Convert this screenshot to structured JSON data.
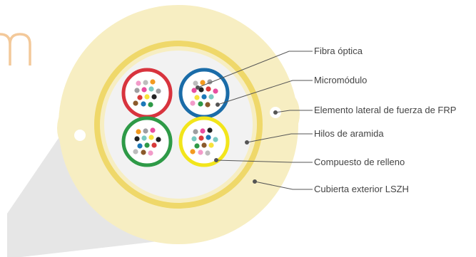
{
  "diagram": {
    "labels": [
      "Fibra óptica",
      "Micromódulo",
      "Elemento lateral de fuerza de FRP",
      "Hilos de aramida",
      "Compuesto de relleno",
      "Cubierta exterior LSZH"
    ]
  },
  "colors": {
    "outer_sheath": "#f7eec2",
    "aramid_ring": "#efd86a",
    "filling": "#f2f2f2",
    "shadow": "#e6e6e6",
    "leader_line": "#555555",
    "module_rings": [
      "#d8343e",
      "#1a6ca8",
      "#2e9a47",
      "#f2e51b"
    ],
    "fiber_palette": [
      "#f29bc9",
      "#bdbdbd",
      "#f39a1f",
      "#9e9ea0",
      "#e84ea0",
      "#222222",
      "#7ac9c1",
      "#d93a3a",
      "#f7e23b",
      "#1b78b8",
      "#2e9a47",
      "#8b5a2b"
    ]
  }
}
